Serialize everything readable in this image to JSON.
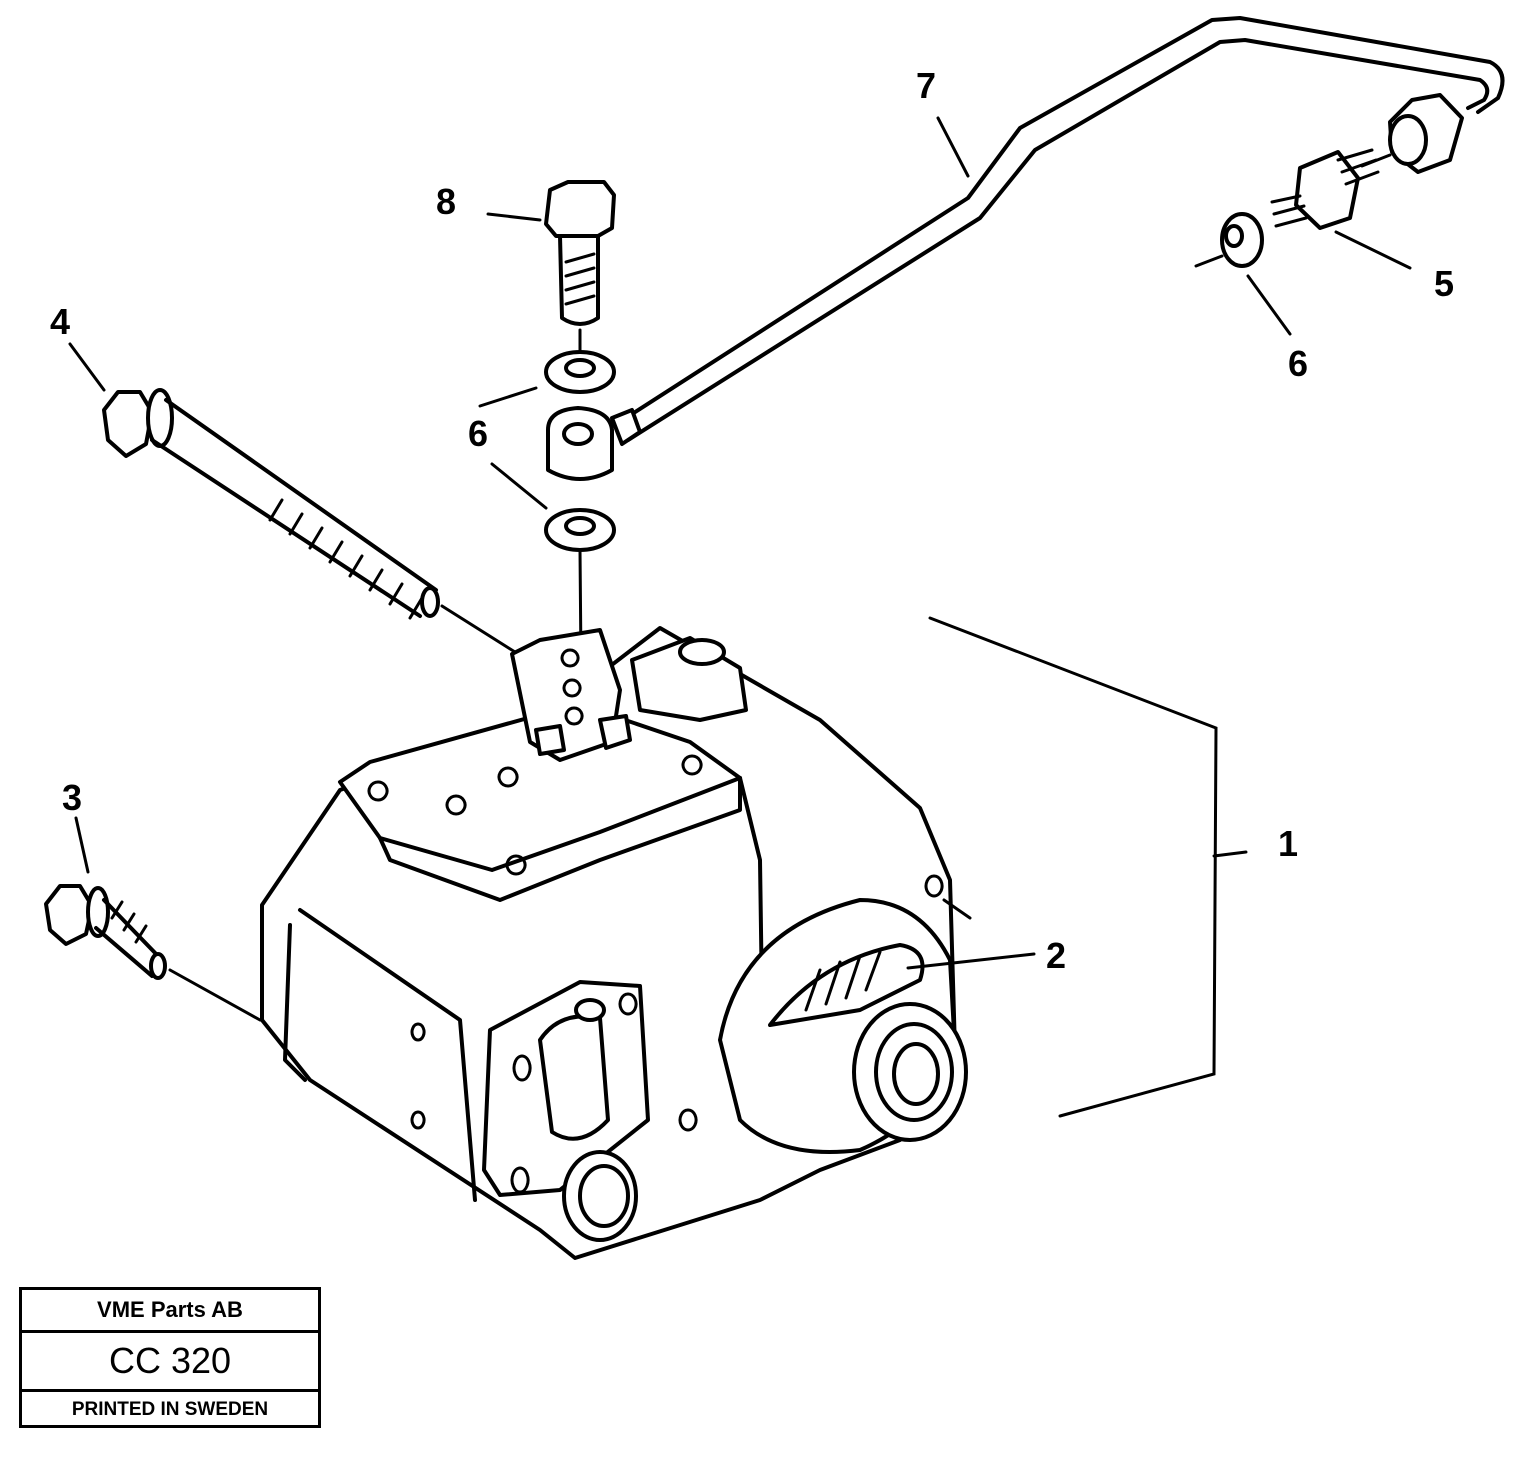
{
  "callouts": {
    "c1": "1",
    "c2": "2",
    "c3": "3",
    "c4": "4",
    "c5": "5",
    "c6a": "6",
    "c6b": "6",
    "c7": "7",
    "c8": "8"
  },
  "title_block": {
    "company": "VME Parts AB",
    "code": "CC 320",
    "printed": "PRINTED IN SWEDEN"
  }
}
